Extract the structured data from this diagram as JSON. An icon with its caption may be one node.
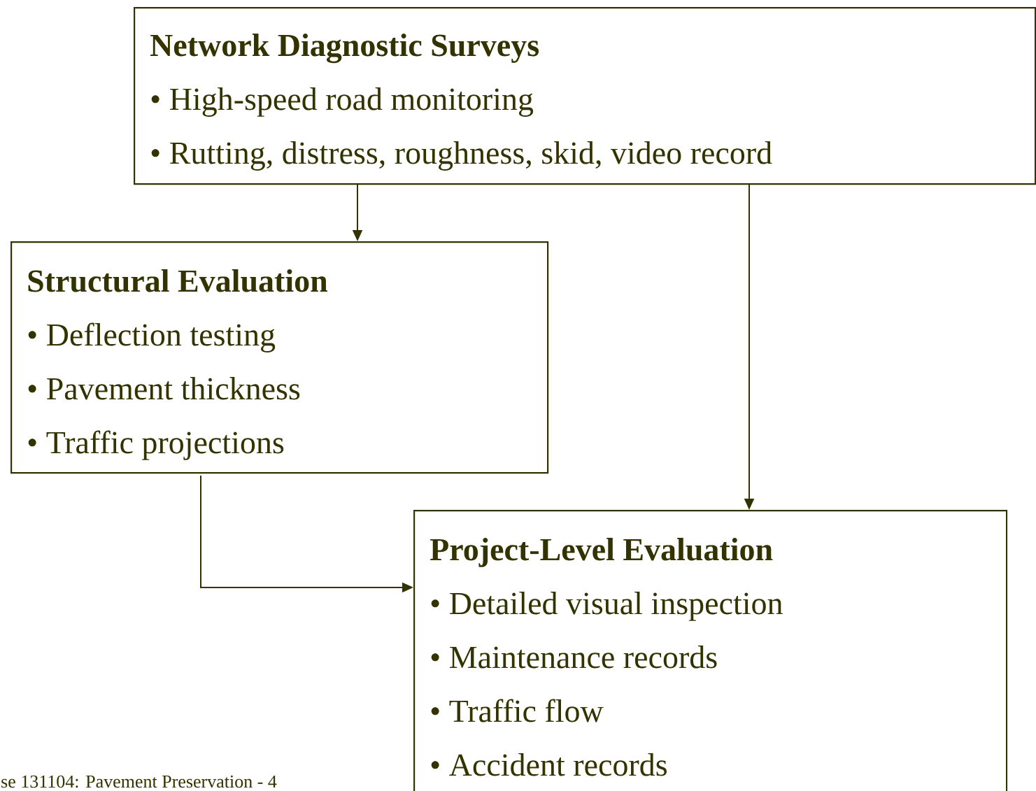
{
  "diagram": {
    "nodes": [
      {
        "text": [
          "Network Diagnostic Surveys",
          "• High-speed road monitoring",
          "• Rutting, distress, roughness, skid, video record"
        ]
      },
      {
        "text": [
          "Structural Evaluation",
          "• Deflection testing",
          "• Pavement thickness",
          "• Traffic projections"
        ]
      },
      {
        "text": [
          "Project-Level Evaluation",
          "• Detailed visual inspection",
          "• Maintenance records",
          "• Traffic flow",
          "• Accident records"
        ]
      }
    ],
    "edges": [
      {
        "from": 0,
        "to": 1,
        "arrow": "to"
      },
      {
        "from": 0,
        "to": 2,
        "arrow": "to"
      },
      {
        "from": 1,
        "to": 2,
        "arrow": "to"
      }
    ],
    "labels": [
      "se 131104: Pavement Preservation - 4"
    ]
  }
}
